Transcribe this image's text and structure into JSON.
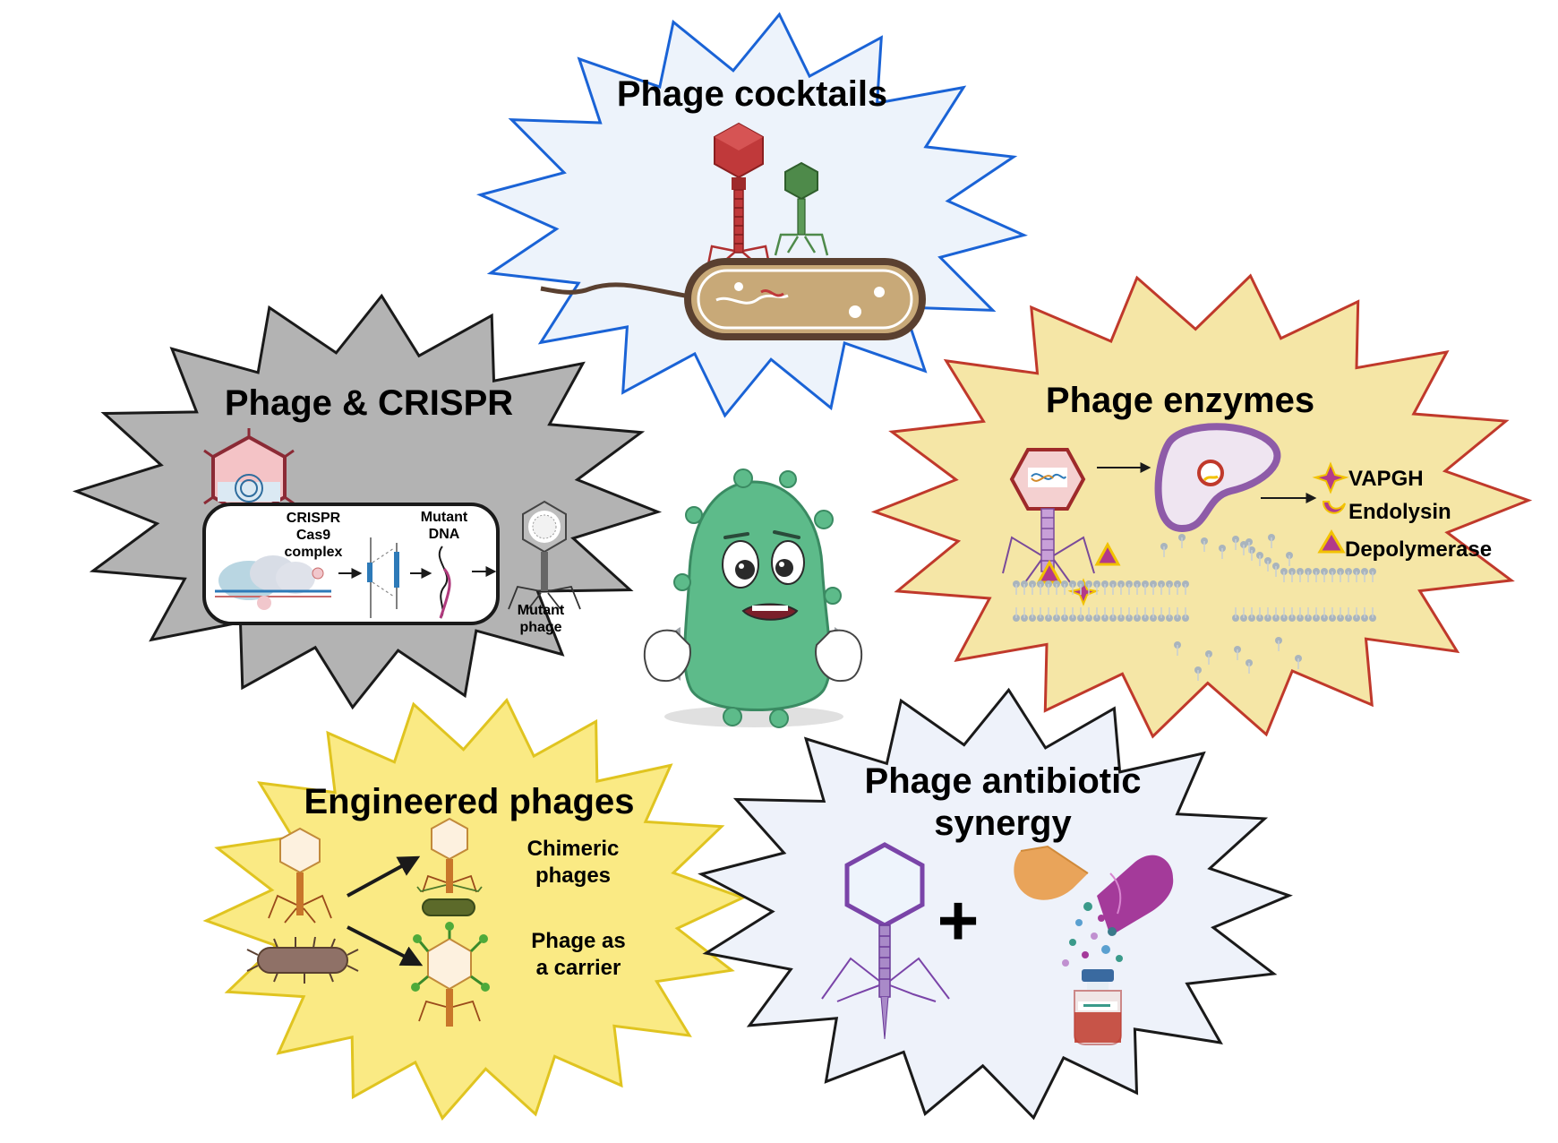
{
  "panels": {
    "cocktails": {
      "title": "Phage cocktails",
      "fill": "#edf3fb",
      "stroke": "#1a63d6"
    },
    "crispr": {
      "title": "Phage & CRISPR",
      "fill": "#b3b3b3",
      "stroke": "#1a1a1a",
      "labels": {
        "complex_line1": "CRISPR",
        "complex_line2": "Cas9",
        "complex_line3": "complex",
        "mutant_dna_line1": "Mutant",
        "mutant_dna_line2": "DNA",
        "mutant_phage_line1": "Mutant",
        "mutant_phage_line2": "phage"
      }
    },
    "enzymes": {
      "title": "Phage enzymes",
      "fill": "#f5e6a6",
      "stroke": "#c0392b",
      "items": [
        "VAPGH",
        "Endolysin",
        "Depolymerase"
      ]
    },
    "engineered": {
      "title": "Engineered phages",
      "fill": "#faea84",
      "stroke": "#e0c420",
      "items": {
        "chimeric_line1": "Chimeric",
        "chimeric_line2": "phages",
        "carrier_line1": "Phage as",
        "carrier_line2": "a carrier"
      }
    },
    "synergy": {
      "title_line1": "Phage antibiotic",
      "title_line2": "synergy",
      "fill": "#eef2fa",
      "stroke": "#1a1a1a",
      "plus_sign": "+"
    }
  },
  "icons": [
    "red-phage-icon",
    "green-phage-icon",
    "rod-bacterium-icon",
    "crispr-phage-icon",
    "cas9-complex-icon",
    "mutant-phage-icon",
    "sad-bacterium-mascot-icon",
    "lysing-phage-icon",
    "bacterial-cell-icon",
    "membrane-icon",
    "engineered-phage-icon",
    "chimeric-phage-icon",
    "carrier-phage-icon",
    "purple-phage-icon",
    "capsule-icon",
    "vial-icon"
  ]
}
